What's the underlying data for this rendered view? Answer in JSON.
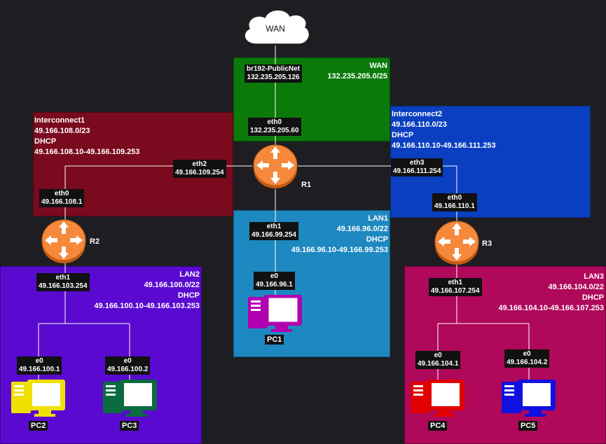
{
  "cloud": {
    "label": "WAN"
  },
  "zones": {
    "wan": {
      "name": "WAN",
      "subnet": "132.235.205.0/25",
      "color": "#0b7a0b"
    },
    "interconnect1": {
      "name": "Interconnect1",
      "subnet": "49.166.108.0/23",
      "dhcp": "DHCP",
      "range": "49.166.108.10-49.166.109.253",
      "color": "#7a0a1e"
    },
    "interconnect2": {
      "name": "Interconnect2",
      "subnet": "49.166.110.0/23",
      "dhcp": "DHCP",
      "range": "49.166.110.10-49.166.111.253",
      "color": "#0a3fc0"
    },
    "lan1": {
      "name": "LAN1",
      "subnet": "49.166.96.0/22",
      "dhcp": "DHCP",
      "range": "49.166.96.10-49.166.99.253",
      "color": "#1e88c0"
    },
    "lan2": {
      "name": "LAN2",
      "subnet": "49.166.100.0/22",
      "dhcp": "DHCP",
      "range": "49.166.100.10-49.166.103.253",
      "color": "#5a0ad0"
    },
    "lan3": {
      "name": "LAN3",
      "subnet": "49.166.104.0/22",
      "dhcp": "DHCP",
      "range": "49.166.104.10-49.166.107.253",
      "color": "#b0085a"
    }
  },
  "labels": {
    "br192": {
      "name": "br192-PublicNet",
      "ip": "132.235.205.126"
    },
    "r1_eth0": {
      "name": "eth0",
      "ip": "132.235.205.60"
    },
    "r1_eth2": {
      "name": "eth2",
      "ip": "49.166.109.254"
    },
    "r1_eth3": {
      "name": "eth3",
      "ip": "49.166.111.254"
    },
    "r1_eth1": {
      "name": "eth1",
      "ip": "49.166.99.254"
    },
    "r2_eth0": {
      "name": "eth0",
      "ip": "49.166.108.1"
    },
    "r2_eth1": {
      "name": "eth1",
      "ip": "49.166.103.254"
    },
    "r3_eth0": {
      "name": "eth0",
      "ip": "49.166.110.1"
    },
    "r3_eth1": {
      "name": "eth1",
      "ip": "49.166.107.254"
    },
    "pc1_e0": {
      "name": "e0",
      "ip": "49.166.96.1"
    },
    "pc2_e0": {
      "name": "e0",
      "ip": "49.166.100.1"
    },
    "pc3_e0": {
      "name": "e0",
      "ip": "49.166.100.2"
    },
    "pc4_e0": {
      "name": "e0",
      "ip": "49.166.104.1"
    },
    "pc5_e0": {
      "name": "e0",
      "ip": "49.166.104.2"
    }
  },
  "routers": {
    "r1": "R1",
    "r2": "R2",
    "r3": "R3"
  },
  "pcs": {
    "pc1": {
      "name": "PC1",
      "color": "#b000b0"
    },
    "pc2": {
      "name": "PC2",
      "color": "#f0e000"
    },
    "pc3": {
      "name": "PC3",
      "color": "#0a6a40"
    },
    "pc4": {
      "name": "PC4",
      "color": "#e00000"
    },
    "pc5": {
      "name": "PC5",
      "color": "#1010e0"
    }
  }
}
